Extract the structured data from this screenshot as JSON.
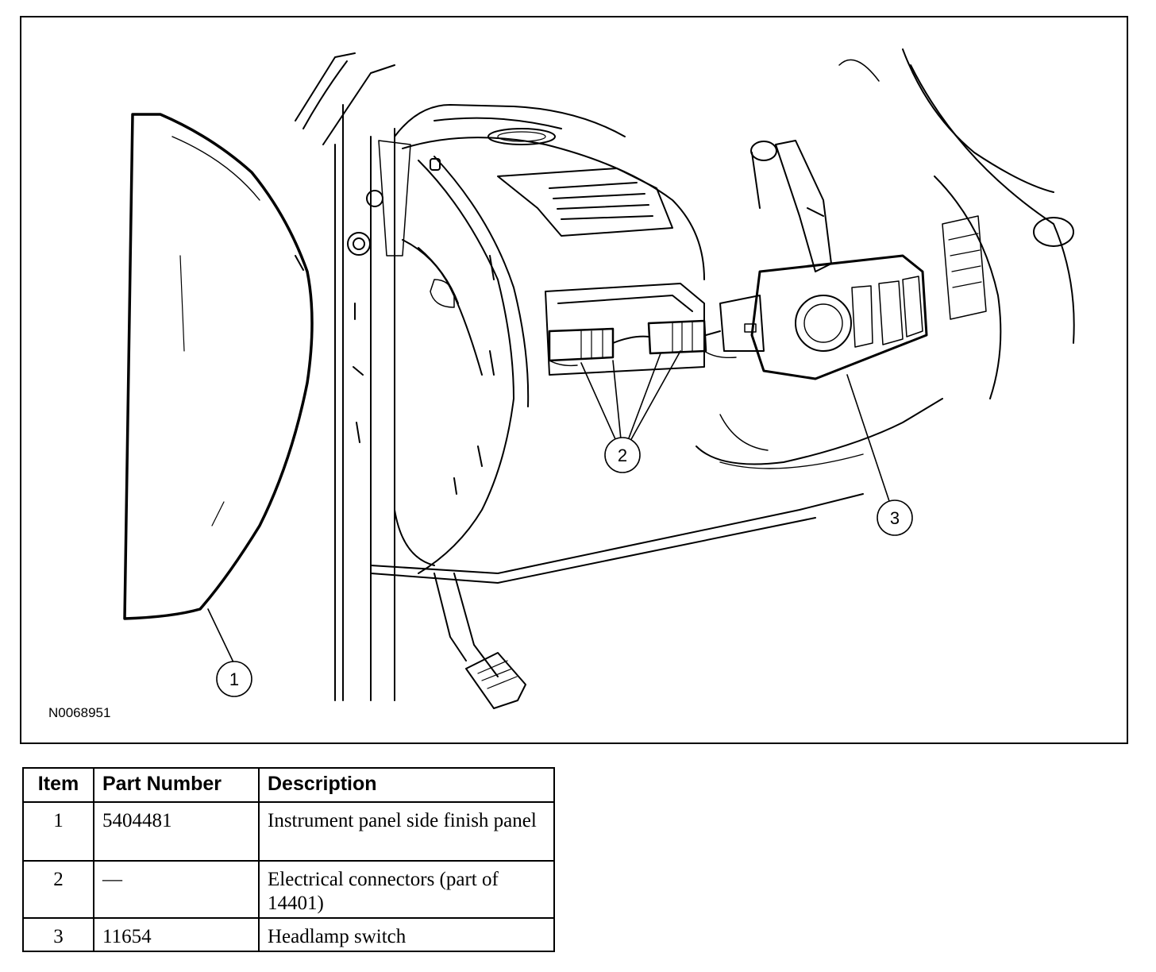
{
  "figure": {
    "id": "N0068951",
    "callouts": [
      {
        "label": "1"
      },
      {
        "label": "2"
      },
      {
        "label": "3"
      }
    ]
  },
  "parts_table": {
    "headers": {
      "item": "Item",
      "part_number": "Part Number",
      "description": "Description"
    },
    "rows": [
      {
        "item": "1",
        "part_number": "5404481",
        "description": "Instrument panel side finish panel"
      },
      {
        "item": "2",
        "part_number": "—",
        "description": "Electrical connectors (part of 14401)"
      },
      {
        "item": "3",
        "part_number": "11654",
        "description": "Headlamp switch"
      }
    ]
  }
}
